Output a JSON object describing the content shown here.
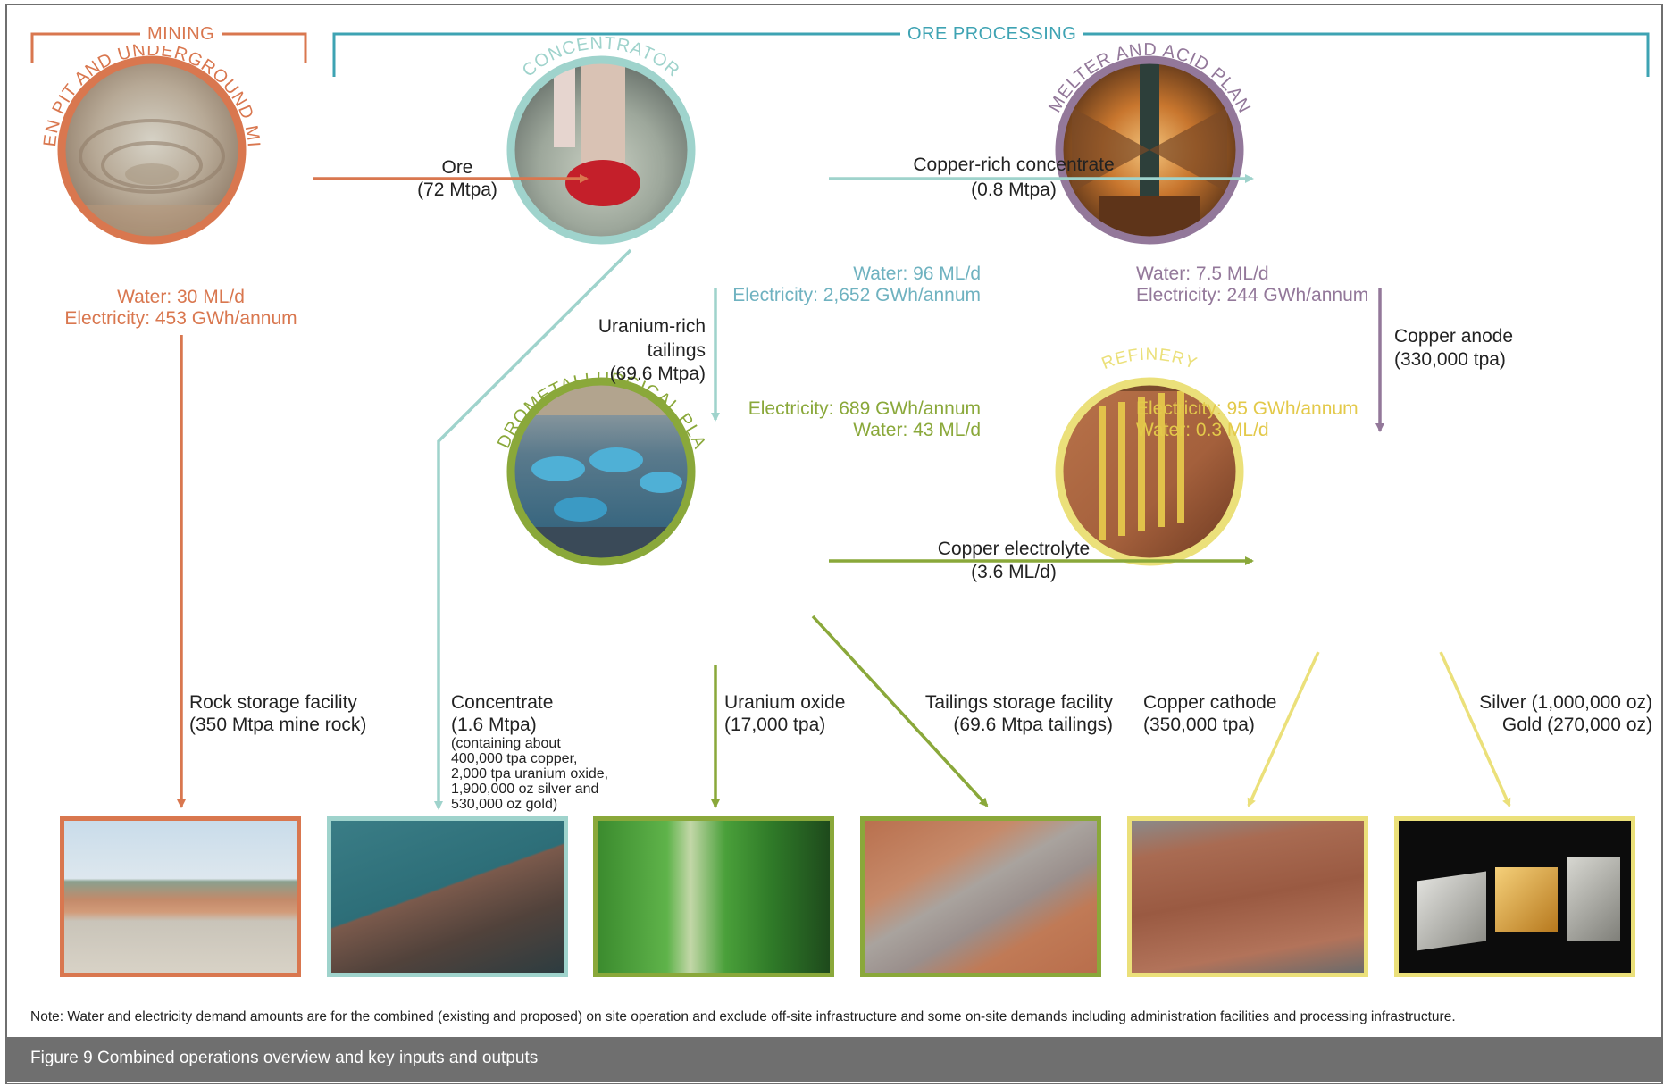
{
  "sections": {
    "mining": "MINING",
    "ore_processing": "ORE PROCESSING"
  },
  "nodes": {
    "mine": "OPEN PIT AND UNDERGROUND MINE",
    "concentrator": "CONCENTRATOR",
    "smelter": "SMELTER AND ACID PLANT",
    "hydro": "HYDROMETALLURGICAL PLANT",
    "refinery": "REFINERY"
  },
  "demands": {
    "mine": {
      "water": "Water: 30 ML/d",
      "electricity": "Electricity: 453 GWh/annum"
    },
    "concentrator": {
      "water": "Water: 96 ML/d",
      "electricity": "Electricity: 2,652 GWh/annum"
    },
    "smelter": {
      "water": "Water: 7.5 ML/d",
      "electricity": "Electricity: 244 GWh/annum"
    },
    "hydro": {
      "electricity": "Electricity: 689 GWh/annum",
      "water": "Water: 43 ML/d"
    },
    "refinery": {
      "electricity": "Electricity: 95 GWh/annum",
      "water": "Water: 0.3 ML/d"
    }
  },
  "flows": {
    "ore": {
      "label": "Ore",
      "amount": "(72 Mtpa)"
    },
    "copper_concentrate": {
      "label": "Copper-rich concentrate",
      "amount": "(0.8 Mtpa)"
    },
    "uranium_tailings": {
      "line1": "Uranium-rich",
      "line2": "tailings",
      "amount": "(69.6 Mtpa)"
    },
    "copper_anode": {
      "label": "Copper anode",
      "amount": "(330,000 tpa)"
    },
    "copper_electrolyte": {
      "label": "Copper electrolyte",
      "amount": "(3.6 ML/d)"
    }
  },
  "outputs": {
    "rock": {
      "label": "Rock storage facility",
      "amount": "(350 Mtpa mine rock)"
    },
    "concentrate": {
      "label": "Concentrate",
      "amount": "(1.6 Mtpa)",
      "details": [
        "(containing about",
        "400,000 tpa copper,",
        "2,000 tpa uranium oxide,",
        "1,900,000 oz silver and",
        "530,000 oz gold)"
      ]
    },
    "uranium": {
      "label": "Uranium oxide",
      "amount": "(17,000 tpa)"
    },
    "tailings": {
      "label": "Tailings storage facility",
      "amount": "(69.6 Mtpa tailings)"
    },
    "cathode": {
      "label": "Copper cathode",
      "amount": "(350,000 tpa)"
    },
    "precious": {
      "line1": "Silver (1,000,000 oz)",
      "line2": "Gold (270,000 oz)"
    }
  },
  "colors": {
    "mining": "#d9774f",
    "processing": "#3ea3b3",
    "concentrator": "#9fd3cc",
    "smelter": "#93789a",
    "hydro": "#8aa83a",
    "refinery": "#ebe07a"
  },
  "note": "Note: Water and electricity demand amounts are for the combined (existing and proposed) on site operation and exclude off-site infrastructure and some on-site demands including administration facilities and processing infrastructure.",
  "caption": "Figure 9  Combined operations overview and key inputs and outputs"
}
